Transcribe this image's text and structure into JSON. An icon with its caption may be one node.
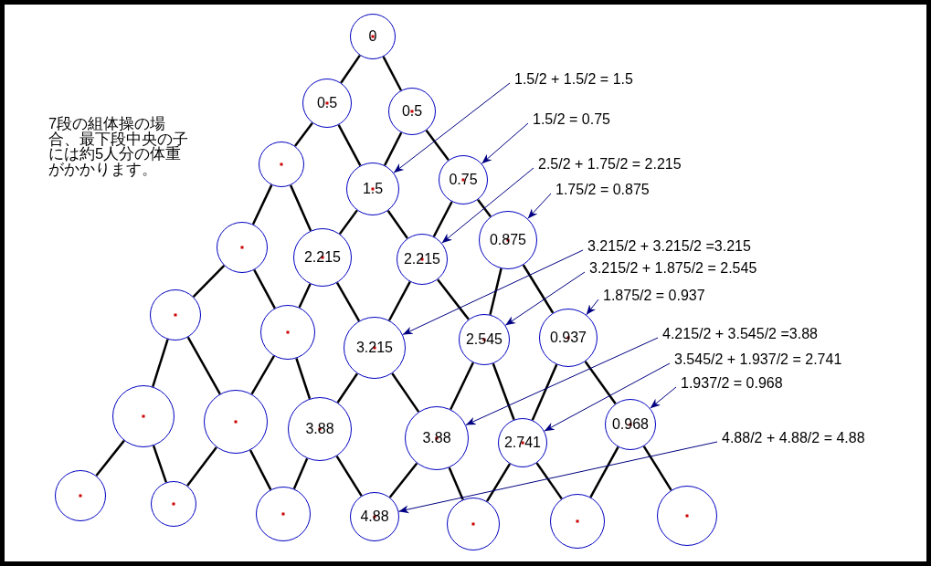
{
  "diagram": {
    "nodes": [
      {
        "text": [
          "0"
        ]
      },
      {
        "text": [
          "0.5"
        ]
      },
      {
        "text": [
          "0.5"
        ]
      },
      {
        "text": [],
        "shape": "circle"
      },
      {
        "text": [
          "1.5"
        ]
      },
      {
        "text": [
          "0.75"
        ]
      },
      {
        "text": [],
        "shape": "circle"
      },
      {
        "text": [
          "2.215"
        ]
      },
      {
        "text": [
          "2.215"
        ]
      },
      {
        "text": [
          "0.875"
        ]
      },
      {
        "text": [],
        "shape": "circle"
      },
      {
        "text": [],
        "shape": "circle"
      },
      {
        "text": [
          "3.215"
        ]
      },
      {
        "text": [
          "2.545"
        ]
      },
      {
        "text": [
          "0.937"
        ]
      },
      {
        "text": [],
        "shape": "circle"
      },
      {
        "text": [],
        "shape": "circle"
      },
      {
        "text": [
          "3.88"
        ]
      },
      {
        "text": [
          "3.88"
        ]
      },
      {
        "text": [
          "2.741"
        ]
      },
      {
        "text": [
          "0.968"
        ]
      },
      {
        "text": [],
        "shape": "circle"
      },
      {
        "text": [],
        "shape": "circle"
      },
      {
        "text": [],
        "shape": "circle"
      },
      {
        "text": [
          "4.88"
        ]
      },
      {
        "text": [],
        "shape": "circle"
      },
      {
        "text": [],
        "shape": "circle"
      },
      {
        "text": [],
        "shape": "circle"
      },
      {
        "text": [
          "1.5/2 + 1.5/2 = 1.5"
        ]
      },
      {
        "text": [
          "1.5/2 = 0.75"
        ]
      },
      {
        "text": [
          "2.5/2 + 1.75/2 = 2.215"
        ]
      },
      {
        "text": [
          "1.75/2 = 0.875"
        ]
      },
      {
        "text": [
          "3.215/2 + 3.215/2 =3.215"
        ]
      },
      {
        "text": [
          "3.215/2 + 1.875/2 = 2.545"
        ]
      },
      {
        "text": [
          "1.875/2 = 0.937"
        ]
      },
      {
        "text": [
          "4.215/2 + 3.545/2 =3.88"
        ]
      },
      {
        "text": [
          "3.545/2 + 1.937/2 = 2.741"
        ]
      },
      {
        "text": [
          "1.937/2 = 0.968"
        ]
      },
      {
        "text": [
          "4.88/2 + 4.88/2 = 4.88"
        ]
      }
    ],
    "edges": [
      {
        "from": 0,
        "to": 1,
        "arrow": "none"
      },
      {
        "from": 0,
        "to": 2,
        "arrow": "none"
      },
      {
        "from": 1,
        "to": 3,
        "arrow": "none"
      },
      {
        "from": 1,
        "to": 4,
        "arrow": "none"
      },
      {
        "from": 2,
        "to": 4,
        "arrow": "none"
      },
      {
        "from": 2,
        "to": 5,
        "arrow": "none"
      },
      {
        "from": 3,
        "to": 6,
        "arrow": "none"
      },
      {
        "from": 3,
        "to": 7,
        "arrow": "none"
      },
      {
        "from": 4,
        "to": 7,
        "arrow": "none"
      },
      {
        "from": 4,
        "to": 8,
        "arrow": "none"
      },
      {
        "from": 5,
        "to": 8,
        "arrow": "none"
      },
      {
        "from": 5,
        "to": 9,
        "arrow": "none"
      },
      {
        "from": 6,
        "to": 10,
        "arrow": "none"
      },
      {
        "from": 6,
        "to": 11,
        "arrow": "none"
      },
      {
        "from": 7,
        "to": 11,
        "arrow": "none"
      },
      {
        "from": 7,
        "to": 12,
        "arrow": "none"
      },
      {
        "from": 8,
        "to": 12,
        "arrow": "none"
      },
      {
        "from": 8,
        "to": 13,
        "arrow": "none"
      },
      {
        "from": 9,
        "to": 13,
        "arrow": "none"
      },
      {
        "from": 9,
        "to": 14,
        "arrow": "none"
      },
      {
        "from": 10,
        "to": 15,
        "arrow": "none"
      },
      {
        "from": 10,
        "to": 16,
        "arrow": "none"
      },
      {
        "from": 11,
        "to": 16,
        "arrow": "none"
      },
      {
        "from": 11,
        "to": 17,
        "arrow": "none"
      },
      {
        "from": 12,
        "to": 17,
        "arrow": "none"
      },
      {
        "from": 12,
        "to": 18,
        "arrow": "none"
      },
      {
        "from": 13,
        "to": 18,
        "arrow": "none"
      },
      {
        "from": 13,
        "to": 19,
        "arrow": "none"
      },
      {
        "from": 14,
        "to": 19,
        "arrow": "none"
      },
      {
        "from": 14,
        "to": 20,
        "arrow": "none"
      },
      {
        "from": 15,
        "to": 21,
        "arrow": "none"
      },
      {
        "from": 15,
        "to": 22,
        "arrow": "none"
      },
      {
        "from": 16,
        "to": 22,
        "arrow": "none"
      },
      {
        "from": 16,
        "to": 23,
        "arrow": "none"
      },
      {
        "from": 17,
        "to": 23,
        "arrow": "none"
      },
      {
        "from": 17,
        "to": 24,
        "arrow": "none"
      },
      {
        "from": 18,
        "to": 24,
        "arrow": "none"
      },
      {
        "from": 18,
        "to": 25,
        "arrow": "none"
      },
      {
        "from": 19,
        "to": 25,
        "arrow": "none"
      },
      {
        "from": 19,
        "to": 26,
        "arrow": "none"
      },
      {
        "from": 20,
        "to": 26,
        "arrow": "none"
      },
      {
        "from": 20,
        "to": 27,
        "arrow": "none"
      },
      {
        "from": 28,
        "to": 4,
        "arrow": "to",
        "color": "#000080"
      },
      {
        "from": 29,
        "to": 5,
        "arrow": "to",
        "color": "#000080"
      },
      {
        "from": 30,
        "to": 8,
        "arrow": "to",
        "color": "#000080"
      },
      {
        "from": 31,
        "to": 9,
        "arrow": "to",
        "color": "#000080"
      },
      {
        "from": 32,
        "to": 12,
        "arrow": "to",
        "color": "#000080"
      },
      {
        "from": 33,
        "to": 13,
        "arrow": "to",
        "color": "#000080"
      },
      {
        "from": 34,
        "to": 14,
        "arrow": "to",
        "color": "#000080"
      },
      {
        "from": 35,
        "to": 18,
        "arrow": "to",
        "color": "#000080"
      },
      {
        "from": 36,
        "to": 19,
        "arrow": "to",
        "color": "#000080"
      },
      {
        "from": 37,
        "to": 20,
        "arrow": "to",
        "color": "#000080"
      },
      {
        "from": 38,
        "to": 24,
        "arrow": "to",
        "color": "#000080"
      }
    ],
    "labels": [
      "7段の組体操の場合、最下段中央の子には約5人分の体重がかかります。"
    ]
  }
}
